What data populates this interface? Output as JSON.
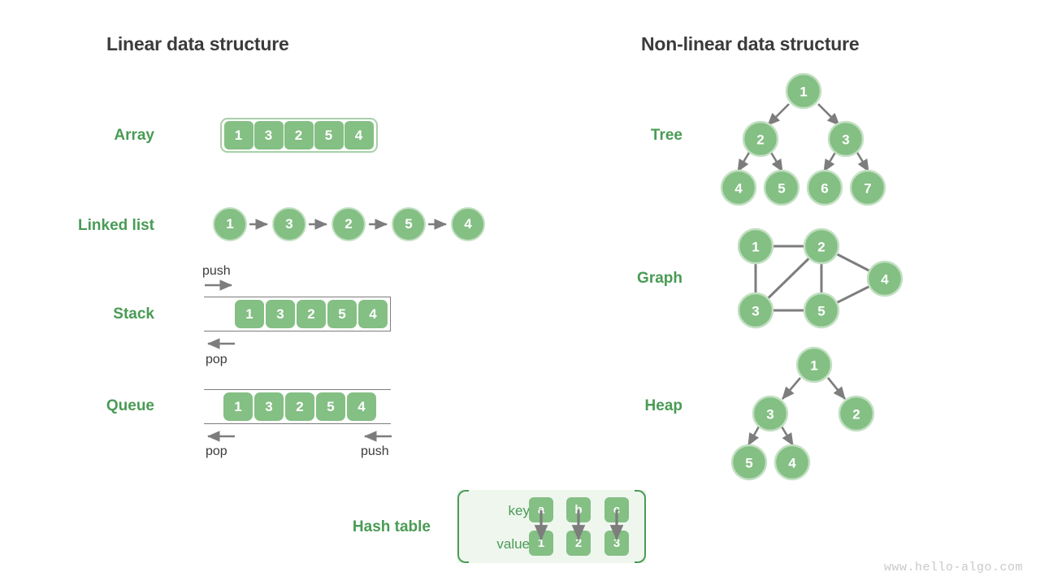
{
  "page": {
    "background": "#ffffff",
    "accent_green": "#4a9b55",
    "cell_green": "#84bf84",
    "node_ring": "#c3e0c3",
    "arrow_gray": "#7d7d7d",
    "heading_color": "#3b3b3b",
    "watermark": "www.hello-algo.com"
  },
  "headings": {
    "linear": "Linear data structure",
    "nonlinear": "Non-linear data structure"
  },
  "linear": {
    "array": {
      "label": "Array",
      "values": [
        "1",
        "3",
        "2",
        "5",
        "4"
      ]
    },
    "linked_list": {
      "label": "Linked list",
      "values": [
        "1",
        "3",
        "2",
        "5",
        "4"
      ]
    },
    "stack": {
      "label": "Stack",
      "values": [
        "1",
        "3",
        "2",
        "5",
        "4"
      ],
      "push_label": "push",
      "pop_label": "pop"
    },
    "queue": {
      "label": "Queue",
      "values": [
        "1",
        "3",
        "2",
        "5",
        "4"
      ],
      "push_label": "push",
      "pop_label": "pop"
    },
    "hash_table": {
      "label": "Hash table",
      "key_label": "key",
      "value_label": "value",
      "keys": [
        "a",
        "b",
        "c"
      ],
      "values": [
        "1",
        "2",
        "3"
      ]
    }
  },
  "nonlinear": {
    "tree": {
      "label": "Tree",
      "nodes": [
        "1",
        "2",
        "3",
        "4",
        "5",
        "6",
        "7"
      ],
      "edges": [
        [
          "1",
          "2"
        ],
        [
          "1",
          "3"
        ],
        [
          "2",
          "4"
        ],
        [
          "2",
          "5"
        ],
        [
          "3",
          "6"
        ],
        [
          "3",
          "7"
        ]
      ]
    },
    "graph": {
      "label": "Graph",
      "nodes": [
        "1",
        "2",
        "3",
        "4",
        "5"
      ],
      "edges": [
        [
          "1",
          "2"
        ],
        [
          "1",
          "3"
        ],
        [
          "2",
          "3"
        ],
        [
          "2",
          "5"
        ],
        [
          "2",
          "4"
        ],
        [
          "3",
          "5"
        ],
        [
          "5",
          "4"
        ]
      ]
    },
    "heap": {
      "label": "Heap",
      "nodes": [
        "1",
        "3",
        "2",
        "5",
        "4"
      ],
      "edges": [
        [
          "1",
          "3"
        ],
        [
          "1",
          "2"
        ],
        [
          "3",
          "5"
        ],
        [
          "3",
          "4"
        ]
      ]
    }
  }
}
